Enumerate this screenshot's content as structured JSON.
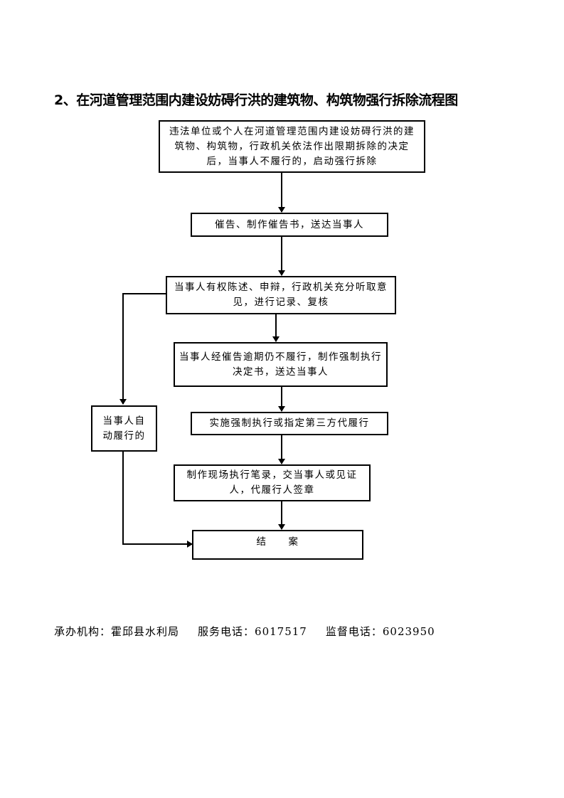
{
  "title": "2、在河道管理范围内建设妨碍行洪的建筑物、构筑物强行拆除流程图",
  "flow": {
    "step1": "违法单位或个人在河道管理范围内建设妨碍行洪的建筑物、构筑物，行政机关依法作出限期拆除的决定后，当事人不履行的，启动强行拆除",
    "step2": "催告、制作催告书，送达当事人",
    "step3": "当事人有权陈述、申辩，行政机关充分听取意见，进行记录、复核",
    "step4": "当事人经催告逾期仍不履行，制作强制执行决定书，送达当事人",
    "step5": "实施强制执行或指定第三方代履行",
    "step6": "制作现场执行笔录，交当事人或见证人，代履行人签章",
    "side": "当事人自动履行的",
    "end": "结　　案"
  },
  "footer": {
    "org_label": "承办机构：",
    "org": "霍邱县水利局",
    "service_label": "服务电话：",
    "service_phone": "6017517",
    "supervise_label": "监督电话：",
    "supervise_phone": "6023950"
  }
}
